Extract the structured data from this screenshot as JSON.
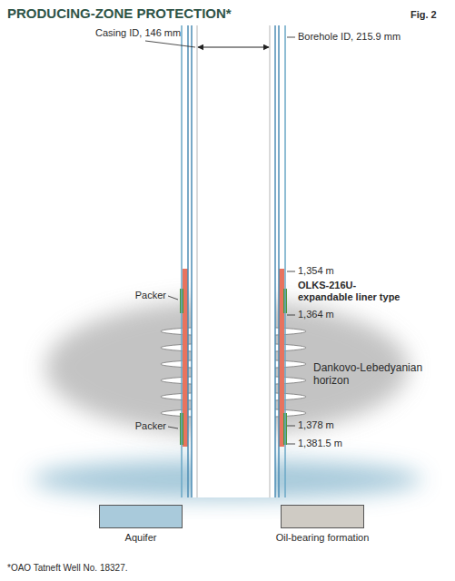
{
  "diagram": {
    "title": "PRODUCING-ZONE PROTECTION*",
    "caption": "*OAO Tatneft Well No. 18327.",
    "labels": [
      "Fig. 2",
      "Casing ID, 146 mm",
      "Borehole ID, 215.9 mm",
      "1,354 m",
      "Packer",
      "OLKS-216U-expandable liner type",
      "1,364 m",
      "Dankovo-Lebedyanian horizon",
      "Packer",
      "1,378 m",
      "1,381.5 m"
    ],
    "legend": [
      {
        "text": "Aquifer",
        "color": "#a9cadb"
      },
      {
        "text": "Oil-bearing formation",
        "color": "#cfcbc4"
      }
    ]
  }
}
